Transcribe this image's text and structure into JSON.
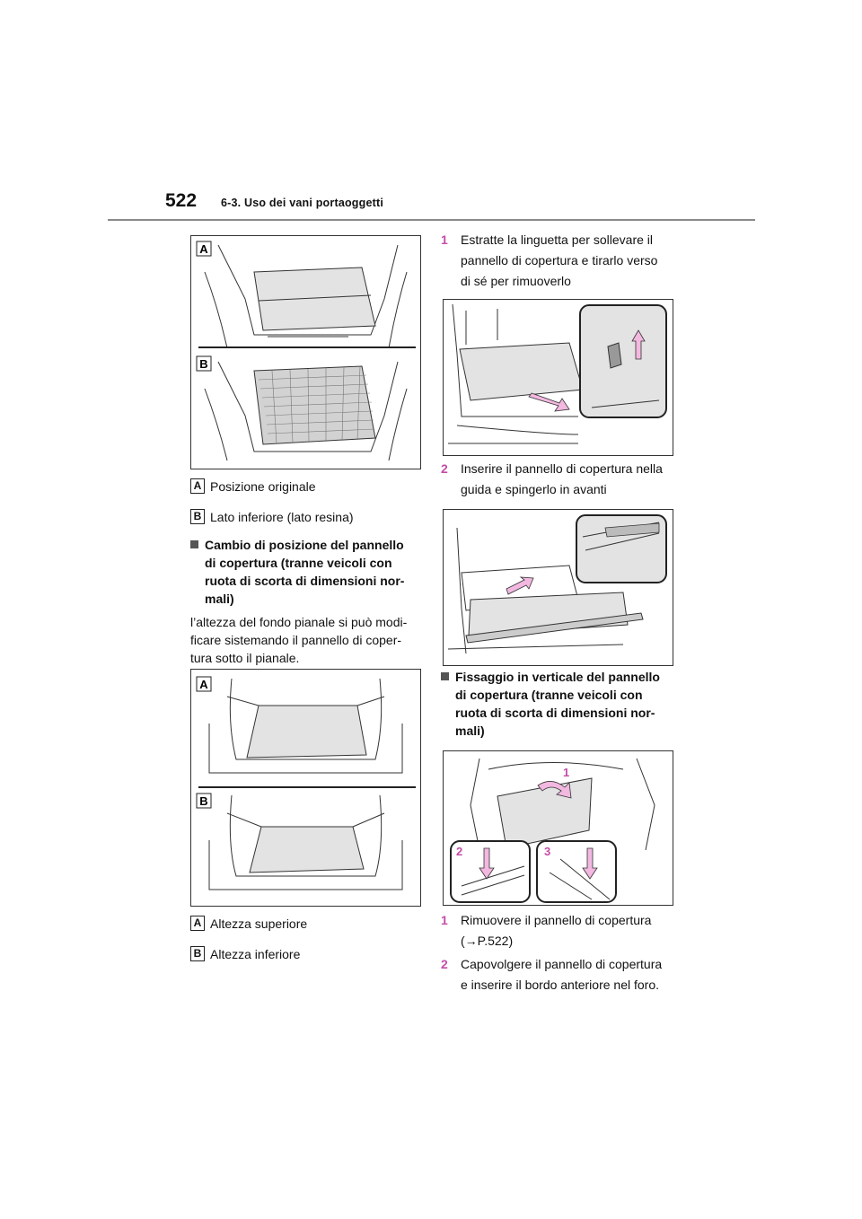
{
  "header": {
    "page_number": "522",
    "section_title": "6-3. Uso dei vani portaoggetti"
  },
  "figure1": {
    "label_a": "A",
    "label_b": "B"
  },
  "legend1": [
    {
      "badge": "A",
      "text": "Posizione originale"
    },
    {
      "badge": "B",
      "text": "Lato inferiore (lato resina)"
    }
  ],
  "section1": {
    "heading_lines": [
      "Cambio di posizione del pannello",
      "di copertura (tranne veicoli con",
      "ruota di scorta di dimensioni nor-",
      "mali)"
    ],
    "body_lines": [
      "l’altezza del fondo pianale si può modi-",
      "ficare sistemando il pannello di coper-",
      "tura sotto il pianale."
    ]
  },
  "figure2": {
    "label_a": "A",
    "label_b": "B"
  },
  "legend2": [
    {
      "badge": "A",
      "text": "Altezza superiore"
    },
    {
      "badge": "B",
      "text": "Altezza inferiore"
    }
  ],
  "steps1": [
    {
      "num": "1",
      "lines": [
        "Estratte la linguetta per sollevare il",
        "pannello di copertura e tirarlo verso",
        "di sé per rimuoverlo"
      ]
    },
    {
      "num": "2",
      "lines": [
        "Inserire il pannello di copertura nella",
        "guida e spingerlo in avanti"
      ]
    }
  ],
  "section2": {
    "heading_lines": [
      "Fissaggio in verticale del pannello",
      "di copertura (tranne veicoli con",
      "ruota di scorta di dimensioni nor-",
      "mali)"
    ]
  },
  "figure5": {
    "num_1": "1",
    "num_2": "2",
    "num_3": "3"
  },
  "steps2": [
    {
      "num": "1",
      "lines": [
        "Rimuovere il pannello di copertura",
        "(→P.522)"
      ]
    },
    {
      "num": "2",
      "lines": [
        "Capovolgere il pannello di copertura",
        "e inserire il bordo anteriore nel foro."
      ]
    }
  ],
  "colors": {
    "accent": "#c44da8",
    "arrow_fill": "#f2b8e0",
    "panel_fill": "#e3e3e3",
    "rule": "#8a8a8a"
  }
}
